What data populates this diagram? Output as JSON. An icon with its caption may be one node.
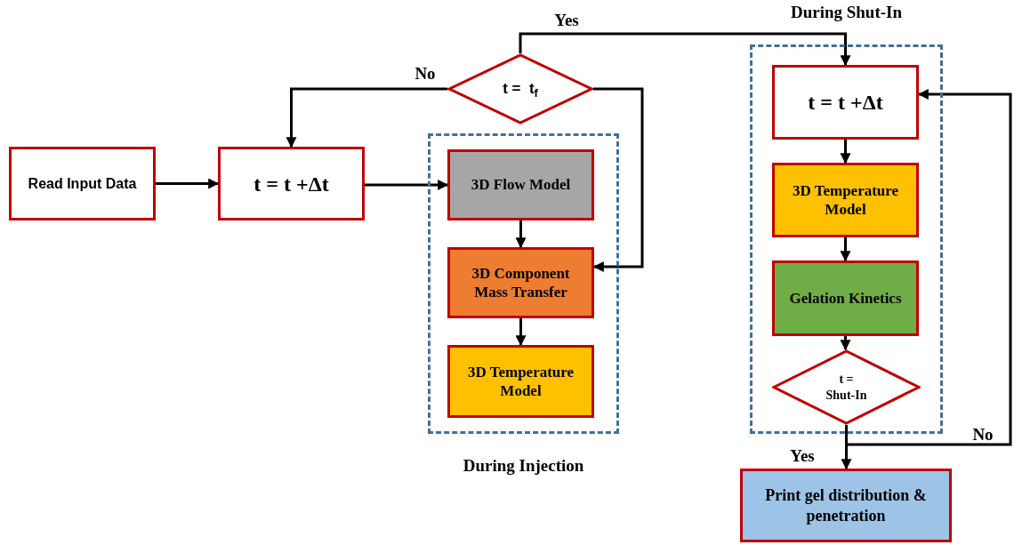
{
  "diagram": {
    "nodes": [
      {
        "text": [
          "During Injection"
        ]
      },
      {
        "text": [
          "During Shut-In"
        ]
      },
      {
        "text": [
          "Read Input Data"
        ]
      },
      {
        "text": [
          "t = t +Δt"
        ]
      },
      {
        "text": [
          "t =  t$_{f}$"
        ]
      },
      {
        "text": [
          "3D Flow Model"
        ],
        "in": 0
      },
      {
        "text": [
          "3D Component Mass Transfer"
        ],
        "in": 0
      },
      {
        "text": [
          "3D Temperature Model"
        ],
        "in": 0
      },
      {
        "text": [
          "t = t +Δt"
        ],
        "in": 1
      },
      {
        "text": [
          "3D Temperature Model"
        ],
        "in": 1
      },
      {
        "text": [
          "Gelation Kinetics"
        ],
        "in": 1
      },
      {
        "text": [
          "t = Shut-In"
        ],
        "in": 1
      },
      {
        "text": [
          "Print gel distribution & penetration"
        ]
      }
    ],
    "edges": [
      {
        "from": 2,
        "to": 3,
        "arrow": "to"
      },
      {
        "from": 3,
        "to": 5,
        "arrow": "to"
      },
      {
        "from": 5,
        "to": 6,
        "arrow": "to"
      },
      {
        "from": 6,
        "to": 7,
        "arrow": "to"
      },
      {
        "from": 4,
        "to": 3,
        "arrow": "to",
        "label": "No"
      },
      {
        "from": 4,
        "to": 8,
        "arrow": "to",
        "label": "Yes"
      },
      {
        "from": 4,
        "to": 6,
        "arrow": "to"
      },
      {
        "from": 8,
        "to": 9,
        "arrow": "to"
      },
      {
        "from": 9,
        "to": 10,
        "arrow": "to"
      },
      {
        "from": 10,
        "to": 11,
        "arrow": "to"
      },
      {
        "from": 11,
        "to": 12,
        "arrow": "to",
        "label": "Yes"
      },
      {
        "from": 11,
        "to": 8,
        "arrow": "to",
        "label": "No"
      }
    ]
  }
}
